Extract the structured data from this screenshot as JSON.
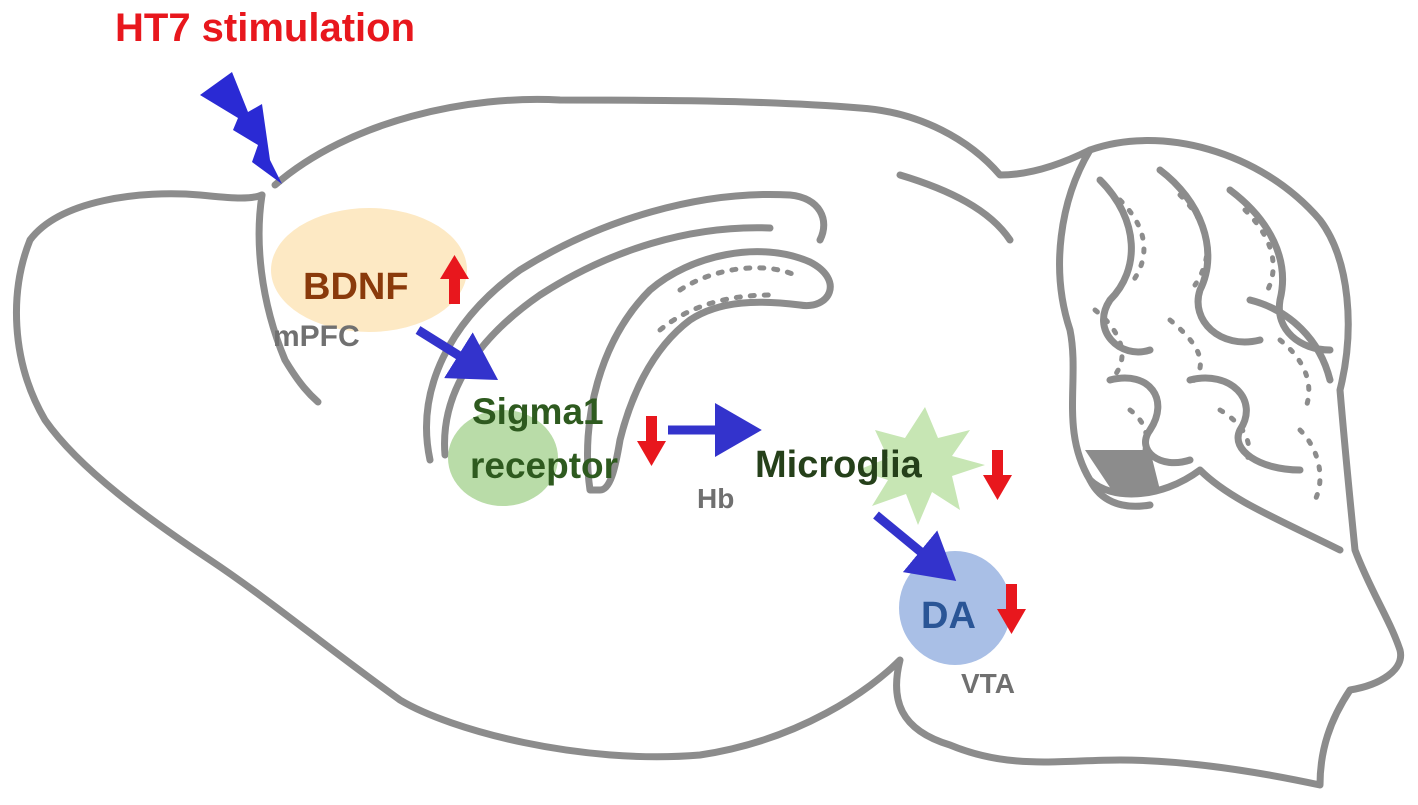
{
  "title": "HT7 stimulation",
  "nodes": {
    "bdnf": "BDNF",
    "mpfc": "mPFC",
    "sigma1_line1": "Sigma1",
    "sigma1_line2": "receptor",
    "microglia": "Microglia",
    "hb": "Hb",
    "da": "DA",
    "vta": "VTA"
  },
  "changes": {
    "bdnf": "up",
    "sigma1": "down",
    "microglia": "down",
    "da": "down"
  },
  "colors": {
    "brain_outline": "#8c8c8c",
    "flow_arrow": "#3333cc",
    "change_arrow": "#e8171d",
    "stimulation_bolt": "#2a2ad4",
    "bdnf_region": "#fde9c4",
    "sigma1_region": "#b9dca8",
    "microglia_region": "#c7e6b4",
    "da_region": "#a9bfe6"
  }
}
